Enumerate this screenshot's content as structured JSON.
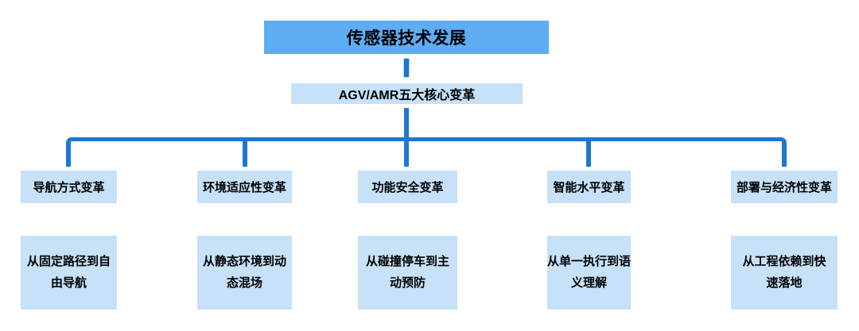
{
  "colors": {
    "root_fill": "#5cadf2",
    "node_fill": "#c6e1f8",
    "connector": "#1e76d2",
    "text": "#000000",
    "canvas_bg": "#ffffff"
  },
  "root": {
    "title": "传感器技术发展"
  },
  "subtitle": {
    "label": "AGV/AMR五大核心变革"
  },
  "branches": [
    {
      "title": "导航方式变革",
      "desc_line1": "从固定路径到自",
      "desc_line2": "由导航"
    },
    {
      "title": "环境适应性变革",
      "desc_line1": "从静态环境到动",
      "desc_line2": "态混场"
    },
    {
      "title": "功能安全变革",
      "desc_line1": "从碰撞停车到主",
      "desc_line2": "动预防"
    },
    {
      "title": "智能水平变革",
      "desc_line1": "从单一执行到语",
      "desc_line2": "义理解"
    },
    {
      "title": "部署与经济性变革",
      "desc_line1": "从工程依赖到快",
      "desc_line2": "速落地"
    }
  ]
}
